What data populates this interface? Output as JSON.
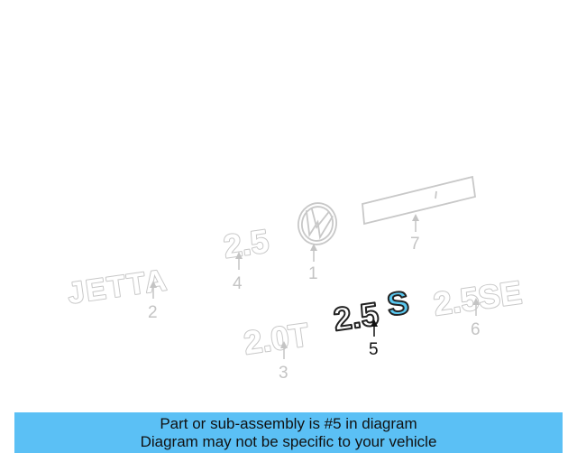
{
  "diagram": {
    "badges": {
      "jetta": "JETTA",
      "two_five_top": "2.5",
      "two_zero_t": "2.0T",
      "two_five_s_prefix": "2.5",
      "two_five_s_suffix": "S",
      "two_five_se": "2.5SE",
      "vw_logo_icon": "vw-logo-icon",
      "molding_strip_icon": "molding-strip-icon"
    },
    "callouts": {
      "c1": "1",
      "c2": "2",
      "c3": "3",
      "c4": "4",
      "c5": "5",
      "c6": "6",
      "c7": "7"
    },
    "highlighted_part": "5",
    "colors": {
      "highlight": "#5ac8f0",
      "inactive": "#c8c8c8",
      "banner": "#5bc0f5"
    }
  },
  "banner": {
    "line1": "Part or sub-assembly is #5 in diagram",
    "line2": "Diagram may not be specific to your vehicle"
  }
}
